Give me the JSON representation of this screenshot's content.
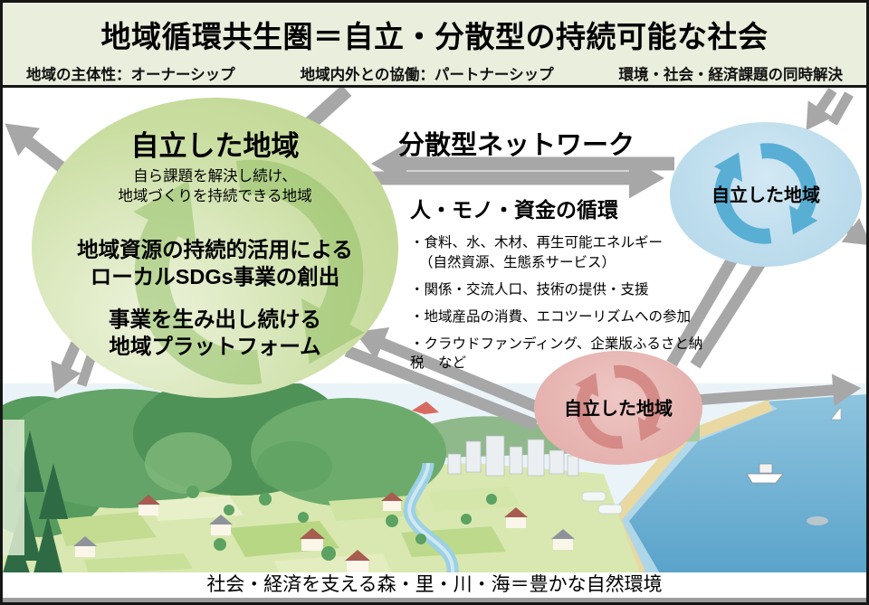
{
  "header": {
    "title": "地域循環共生圏＝自立・分散型の持続可能な社会",
    "principles": [
      "地域の主体性：オーナーシップ",
      "地域内外との協働：パートナーシップ",
      "環境・社会・経済課題の同時解決"
    ]
  },
  "green_region": {
    "title": "自立した地域",
    "subtitle_line1": "自ら課題を解決し続け、",
    "subtitle_line2": "地域づくりを持続できる地域",
    "point1_line1": "地域資源の持続的活用による",
    "point1_line2": "ローカルSDGs事業の創出",
    "point2_line1": "事業を生み出し続ける",
    "point2_line2": "地域プラットフォーム"
  },
  "network": {
    "title": "分散型ネットワーク",
    "flow_title": "人・モノ・資金の循環",
    "items": [
      "・食料、水、木材、再生可能エネルギー",
      "（自然資源、生態系サービス）",
      "・関係・交流人口、技術の提供・支援",
      "・地域産品の消費、エコツーリズムへの参加",
      "・クラウドファンディング、企業版ふるさと納税　など"
    ]
  },
  "blue_region": {
    "label": "自立した地域"
  },
  "pink_region": {
    "label": "自立した地域"
  },
  "footer": {
    "caption": "社会・経済を支える森・里・川・海＝豊かな自然環境"
  },
  "colors": {
    "header_bg": "#e9eedd",
    "arrow_gray": "#a7a7a7",
    "green_circle": "#cdE0a4",
    "green_cycle_arrow": "#8fbe62",
    "blue_circle": "#bedded",
    "blue_cycle_arrow": "#4ea9d2",
    "pink_circle": "#e6b4b1",
    "pink_cycle_arrow": "#d2837f"
  }
}
